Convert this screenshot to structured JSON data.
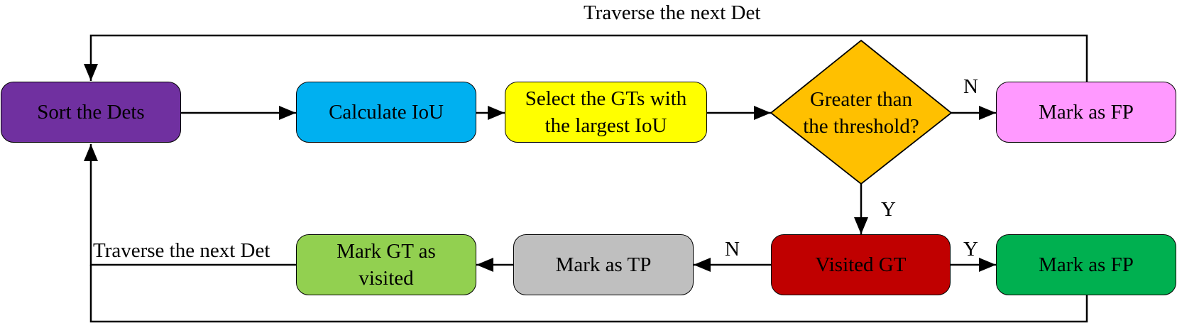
{
  "nodes": {
    "sort": {
      "label": "Sort the Dets",
      "color": "#7030A0"
    },
    "calc": {
      "label": "Calculate IoU",
      "color": "#00B0F0"
    },
    "select": {
      "label": "Select the GTs with\nthe largest IoU",
      "color": "#FFFF00"
    },
    "decision": {
      "label": "Greater than\nthe threshold?",
      "color": "#FFC000"
    },
    "fp_top": {
      "label": "Mark as FP",
      "color": "#FF99FF"
    },
    "visited": {
      "label": "Visited GT",
      "color": "#C00000"
    },
    "fp_bottom": {
      "label": "Mark as FP",
      "color": "#00B050"
    },
    "tp": {
      "label": "Mark as TP",
      "color": "#BFBFBF"
    },
    "mark_gt": {
      "label": "Mark GT as\nvisited",
      "color": "#92D050"
    }
  },
  "edge_labels": {
    "top_loop": "Traverse the next Det",
    "bottom_loop": "Traverse the next Det",
    "decision_no": "N",
    "decision_yes": "Y",
    "visited_yes": "Y",
    "visited_no": "N"
  }
}
